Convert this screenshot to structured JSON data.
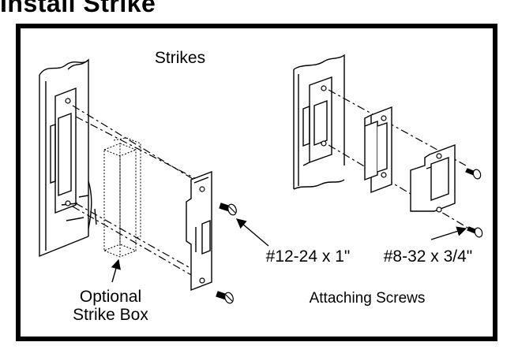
{
  "heading": "Install Strike",
  "labels": {
    "strikes": "Strikes",
    "screw_large": "#12-24 x 1\"",
    "screw_small": "#8-32 x 3/4\"",
    "optional_1": "Optional",
    "optional_2": "Strike Box",
    "attaching_screws": "Attaching Screws"
  }
}
